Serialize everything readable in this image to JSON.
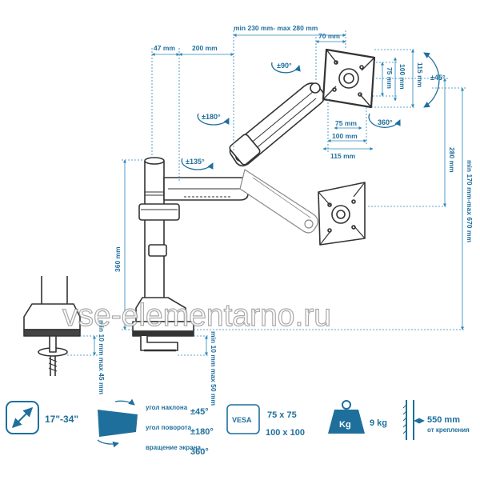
{
  "dimensions": {
    "top_span": "min 230 mm- max 280 mm",
    "w47": "47 mm",
    "w200": "200 mm",
    "w70": "70 mm",
    "v75": "75 mm",
    "v100": "100 mm",
    "v115": "115 mm",
    "h75": "75 mm",
    "h100": "100 mm",
    "h115": "115 mm",
    "pole_height": "360 mm",
    "reach_vertical": "280 mm",
    "height_range": "min 170 mm-max 670 mm",
    "clamp_left": "min 10 mm max 45 mm",
    "clamp_right": "min 10 mm max 50 mm"
  },
  "angles": {
    "a90": "±90°",
    "a180": "±180°",
    "a135": "±135°",
    "a45": "±45°",
    "a360": "360°"
  },
  "watermark": "vse-elementarno.ru",
  "specs": {
    "size": "17\"-34\"",
    "tilt_label": "угол наклона",
    "tilt_value": "±45°",
    "swivel_label": "угол поворота",
    "swivel_value": "±180°",
    "rotate_label": "вращение экрана",
    "rotate_value": "360°",
    "vesa_badge": "VESA",
    "vesa_1": "75 x 75",
    "vesa_2": "100 x 100",
    "weight_badge": "Kg",
    "weight_value": "9 kg",
    "reach_value": "550 mm",
    "reach_label": "от крепления"
  },
  "colors": {
    "accent": "#1f6f9c",
    "dimension": "#2b86b8",
    "device": "#333333"
  }
}
